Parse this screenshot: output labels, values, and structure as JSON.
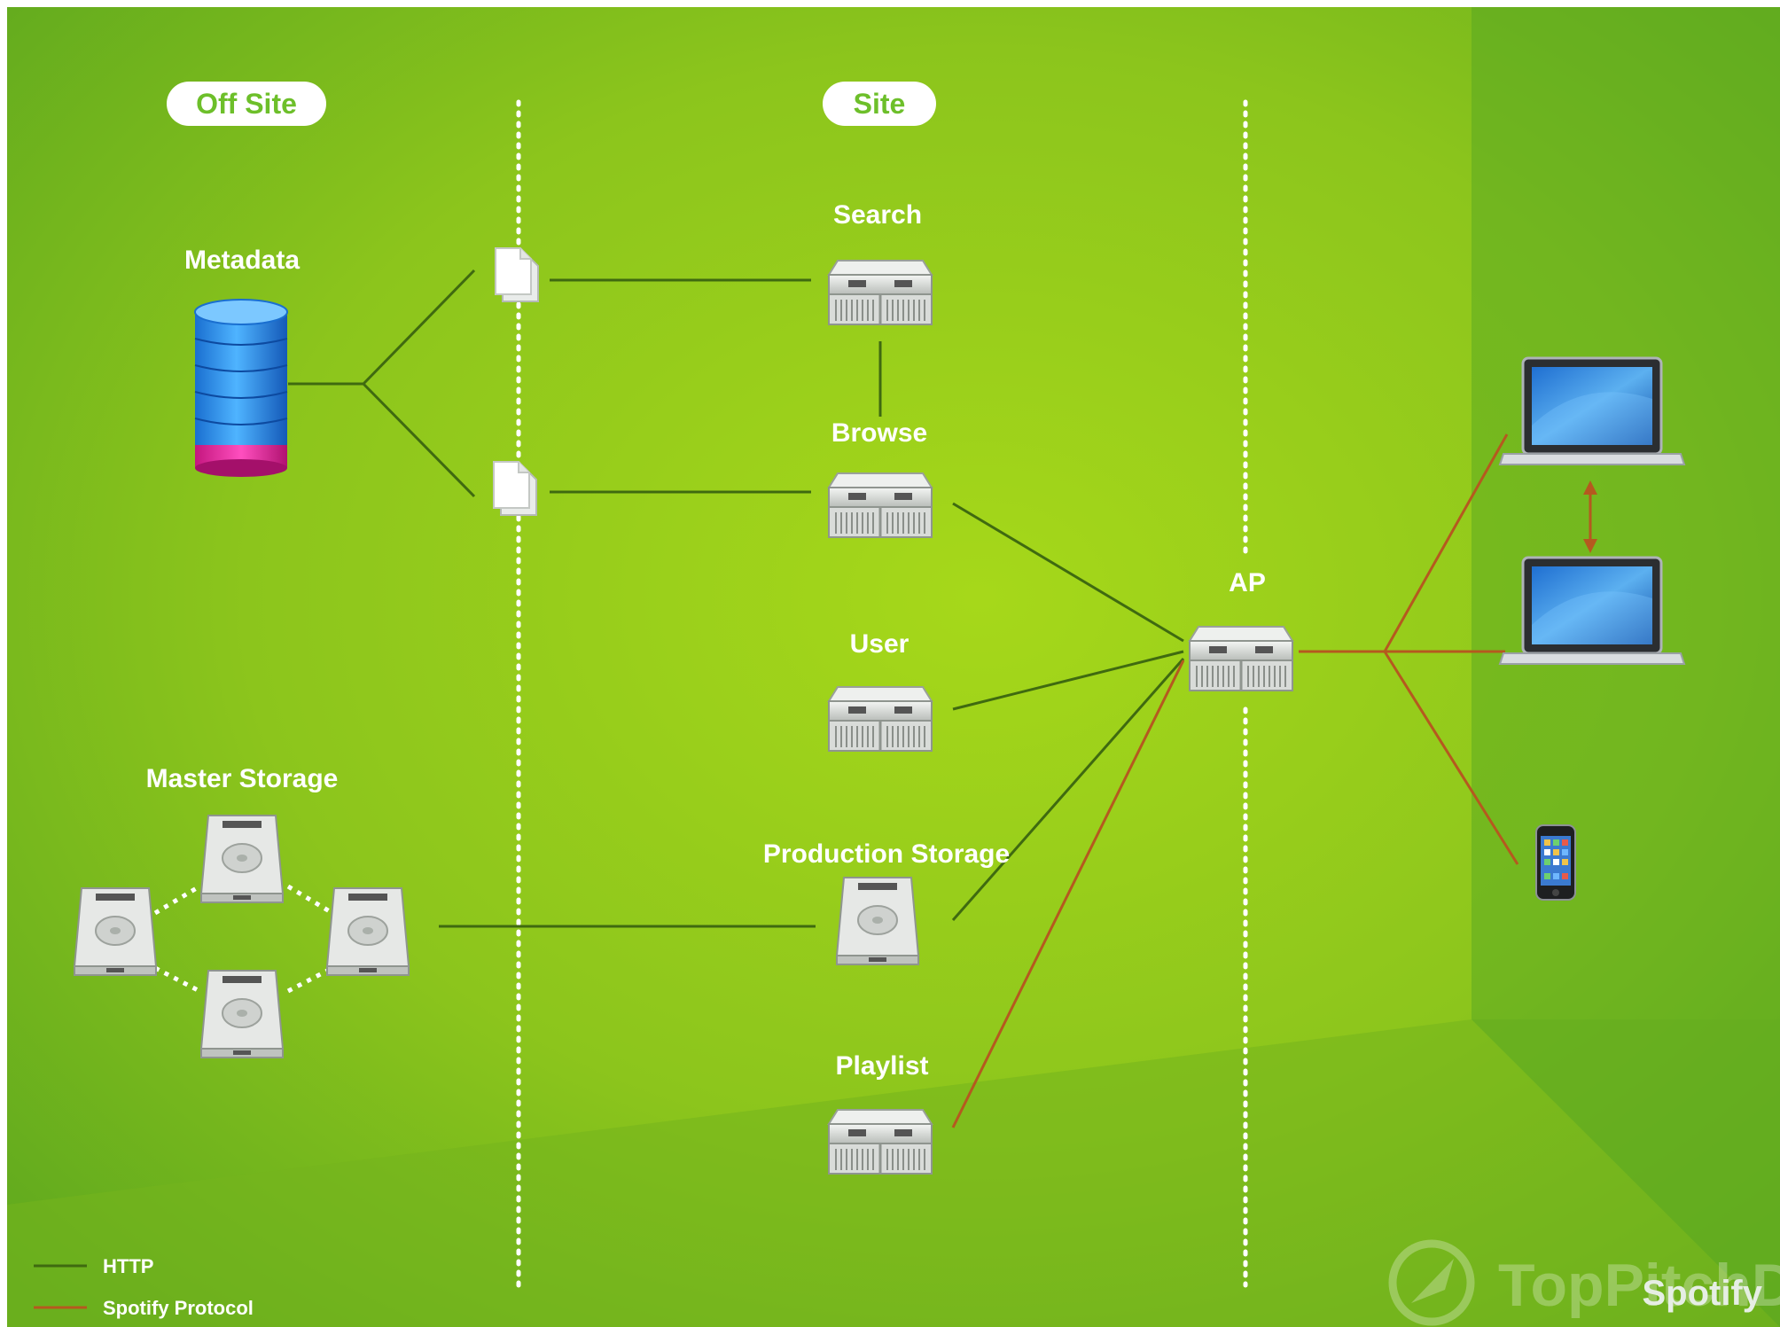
{
  "zones": {
    "off_site": "Off Site",
    "site": "Site"
  },
  "nodes": {
    "metadata": "Metadata",
    "search": "Search",
    "browse": "Browse",
    "user": "User",
    "ap": "AP",
    "master_storage": "Master Storage",
    "production_storage": "Production Storage",
    "playlist": "Playlist"
  },
  "legend": {
    "http": "HTTP",
    "spotify_protocol": "Spotify Protocol"
  },
  "branding": {
    "logo": "Spotify",
    "watermark": "TopPitchD"
  },
  "colors": {
    "background": "#8ec81c",
    "http_line": "#3f6a10",
    "spotify_protocol_line": "#b5591f",
    "zone_label_text": "#6dbf2a",
    "node_label_text": "#ffffff"
  },
  "icons": {
    "metadata": "database-icon",
    "document": "document-icon",
    "server": "server-icon",
    "disk": "hard-disk-icon",
    "laptop": "laptop-icon",
    "phone": "smartphone-icon"
  }
}
